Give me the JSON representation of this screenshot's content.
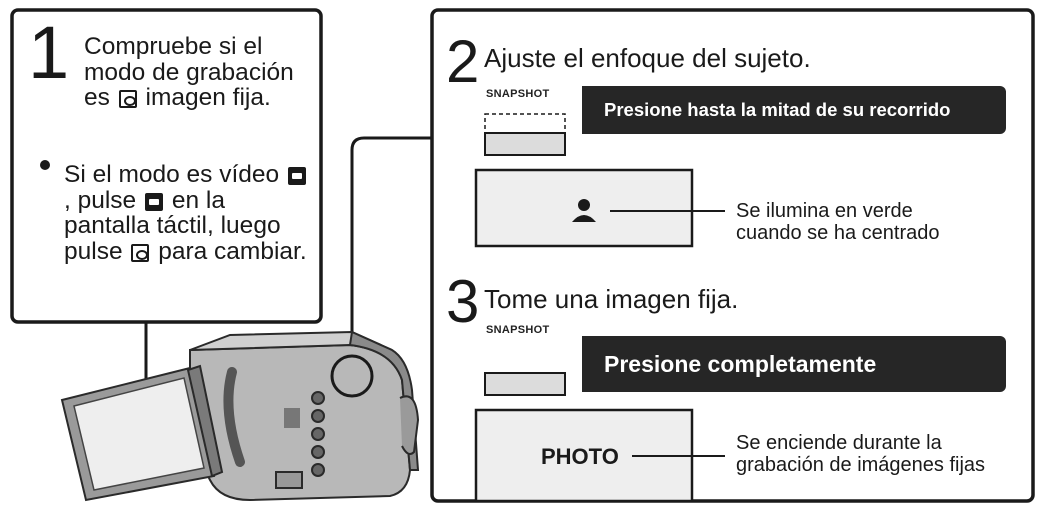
{
  "left_panel": {
    "step_number": "1",
    "step_text": "Compruebe si el modo de grabación es",
    "step_text_after_icon": "imagen fija.",
    "bullet_text_1": "Si el modo es vídeo",
    "bullet_text_2": ", pulse",
    "bullet_text_3": "en la pantalla táctil, luego pulse",
    "bullet_text_4": "para cambiar.",
    "icons": [
      "camera-icon",
      "video-icon"
    ]
  },
  "right_panel": {
    "step2": {
      "number": "2",
      "title": "Ajuste el enfoque del sujeto.",
      "snapshot_label": "SNAPSHOT",
      "callout": "Presione hasta la mitad de su recorrido",
      "note_line1": "Se ilumina en verde",
      "note_line2": "cuando se ha centrado",
      "screen_icon": "person-icon"
    },
    "step3": {
      "number": "3",
      "title": "Tome una imagen fija.",
      "snapshot_label": "SNAPSHOT",
      "callout": "Presione completamente",
      "screen_text": "PHOTO",
      "note_line1": "Se enciende durante la",
      "note_line2": "grabación de imágenes fijas"
    }
  },
  "colors": {
    "ink": "#1a1a1a",
    "callout_bg": "#262626",
    "screen_bg": "#eeeeee",
    "button_fill": "#dcdcdc"
  }
}
